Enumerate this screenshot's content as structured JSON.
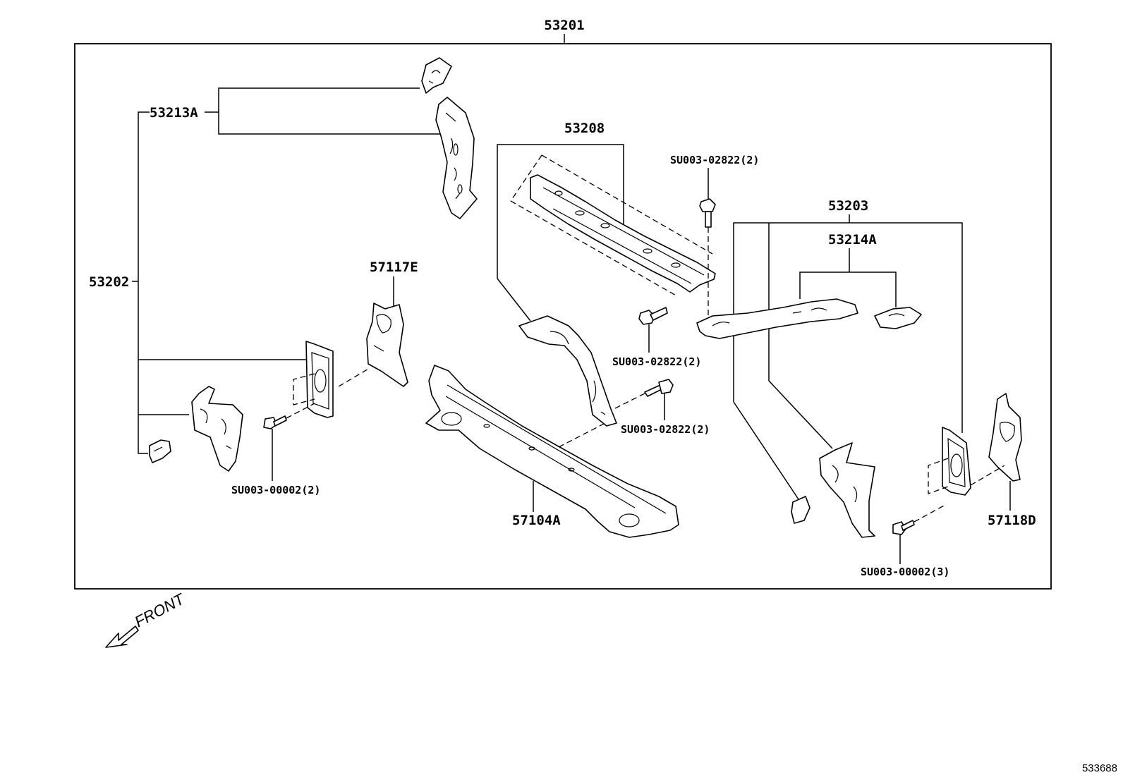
{
  "diagram": {
    "labels": {
      "assembly_53201": "53201",
      "part_53213A": "53213A",
      "part_53202": "53202",
      "part_53208": "53208",
      "part_57117E": "57117E",
      "bolt_su003_02822_top": "SU003-02822(2)",
      "bolt_su003_02822_mid": "SU003-02822(2)",
      "bolt_su003_02822_lower": "SU003-02822(2)",
      "part_53203": "53203",
      "part_53214A": "53214A",
      "bolt_su003_00002_left": "SU003-00002(2)",
      "part_57104A": "57104A",
      "part_57118D": "57118D",
      "bolt_su003_00002_right": "SU003-00002(3)"
    },
    "front_indicator": "FRONT",
    "diagram_id": "533688"
  }
}
